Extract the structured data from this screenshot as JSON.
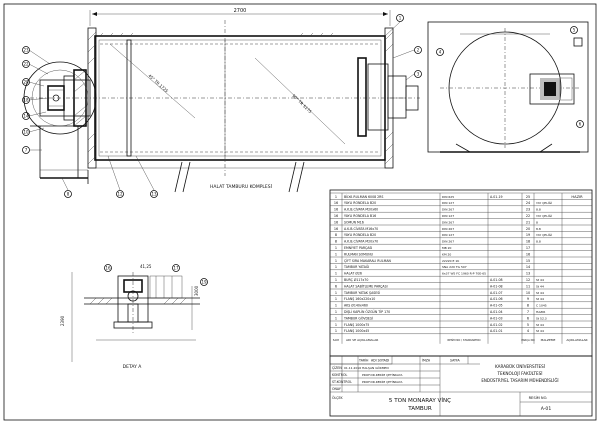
{
  "drawing": {
    "overall_length": "2700",
    "rope_dim_1": "45° TR 1725",
    "rope_dim_2": "90° TR 5175",
    "assembly_label": "HALAT TAMBURU KOMPLESİ",
    "detail_label": "DETAY A",
    "dim_left": "2390",
    "dim_right": "3000",
    "dim_detail": "41,25"
  },
  "balloons": [
    "1",
    "2",
    "3",
    "4",
    "5",
    "6",
    "7",
    "8",
    "9",
    "10",
    "11",
    "12",
    "13",
    "14",
    "15",
    "16",
    "17",
    "18",
    "19",
    "20",
    "21",
    "22",
    "23",
    "24",
    "25"
  ],
  "parts_header": {
    "col_ref": "HAZIR"
  },
  "parts": [
    {
      "no": "25",
      "name": "BİLYA RULMAN 6008 2RS",
      "std": "DIN 625",
      "ref": "A-01-19",
      "qty": "1",
      "note": ""
    },
    {
      "no": "24",
      "name": "YAYLI RONDELA  B20",
      "std": "DIN 127",
      "ref": "",
      "qty": "16",
      "note": "YAY ÇELİĞİ"
    },
    {
      "no": "23",
      "name": "A.K.B.CİVATA  M20x60",
      "std": "DIN 267",
      "ref": "",
      "qty": "16",
      "note": "8.8"
    },
    {
      "no": "22",
      "name": "YAYLI RONDELA  B16",
      "std": "DIN 127",
      "ref": "",
      "qty": "16",
      "note": "YAY ÇELİĞİ"
    },
    {
      "no": "21",
      "name": "SOMUN  M16",
      "std": "DIN 267",
      "ref": "",
      "qty": "16",
      "note": "8"
    },
    {
      "no": "20",
      "name": "A.K.B.CİVATA  M16x70",
      "std": "DIN 267",
      "ref": "",
      "qty": "16",
      "note": "8.8"
    },
    {
      "no": "19",
      "name": "YAYLI RONDELA  B20",
      "std": "DIN 127",
      "ref": "",
      "qty": "8",
      "note": "YAY ÇELİĞİ"
    },
    {
      "no": "18",
      "name": "A.K.B.CİVATA  M20x70",
      "std": "DIN 267",
      "ref": "",
      "qty": "8",
      "note": "8.8"
    },
    {
      "no": "17",
      "name": "EMNİYET PARÇASI",
      "std": "MB 20",
      "ref": "",
      "qty": "1",
      "note": ""
    },
    {
      "no": "16",
      "name": "RULMAN SOMUNU",
      "std": "KM 20",
      "ref": "",
      "qty": "1",
      "note": ""
    },
    {
      "no": "15",
      "name": "ÇİFT SIRA MAKARALI RULMAN",
      "std": "22220 E 1K",
      "ref": "",
      "qty": "1",
      "note": ""
    },
    {
      "no": "14",
      "name": "TAMBUR YATAĞI",
      "std": "SNA 220 TG 507",
      "ref": "",
      "qty": "1",
      "note": ""
    },
    {
      "no": "13",
      "name": "HALAT  Ø26",
      "std": "6x37 WS FC 1960 R-P 70E-65",
      "ref": "",
      "qty": "1",
      "note": ""
    },
    {
      "no": "12",
      "name": "BURÇ  Ø117x70",
      "std": "",
      "ref": "A-01-08",
      "qty": "1",
      "note": "St 44"
    },
    {
      "no": "11",
      "name": "HALAT SABİTLEME PARÇASI",
      "std": "",
      "ref": "A-01-08",
      "qty": "6",
      "note": "St 44"
    },
    {
      "no": "10",
      "name": "TAMBUR YATAK ŞASESİ",
      "std": "",
      "ref": "A-01-07",
      "qty": "1",
      "note": "St 44"
    },
    {
      "no": "9",
      "name": "FLANŞ  160x220x10",
      "std": "",
      "ref": "A-01-06",
      "qty": "1",
      "note": "St 44"
    },
    {
      "no": "8",
      "name": "AKS  Ø140x460",
      "std": "",
      "ref": "A-01-05",
      "qty": "1",
      "note": "C 1045"
    },
    {
      "no": "7",
      "name": "DİŞLİ KAPLİN  ÖZGÜN TİP 170",
      "std": "",
      "ref": "A-01-04",
      "qty": "1",
      "note": "HAZIR"
    },
    {
      "no": "6",
      "name": "TAMBUR GÖVDESİ",
      "std": "",
      "ref": "A-01-03",
      "qty": "1",
      "note": "St 52.3"
    },
    {
      "no": "5",
      "name": "FLANŞ  1000x75",
      "std": "",
      "ref": "A-01-02",
      "qty": "1",
      "note": "St 44"
    },
    {
      "no": "4",
      "name": "FLANŞ  1000x45",
      "std": "",
      "ref": "A-01-01",
      "qty": "1",
      "note": "St 44"
    }
  ],
  "parts_footer": {
    "c1": "SAYI",
    "c2": "ADI VE AÇIKLAMALAR",
    "c3": "RESİM NO / STANDARTNO",
    "c4": "PARÇA NO",
    "c5": "MALZEME",
    "c6": "AÇIKLAMALAR"
  },
  "title_block": {
    "rows": [
      {
        "k": "ÇİZEN",
        "date": "01.11.2016",
        "name": "HALŞAN GÖKMEN"
      },
      {
        "k": "KONTROL",
        "date": "",
        "name": "PROF.DR.KERİM ÇETİNKAYA"
      },
      {
        "k": "ST.KONTROL",
        "date": "",
        "name": "PROF.DR.KERİM ÇETİNKAYA"
      },
      {
        "k": "ONAY",
        "date": "",
        "name": ""
      }
    ],
    "h_tarih": "TARİH",
    "h_ad": "ADI SOYADI",
    "h_imza": "İMZA",
    "olcek_label": "ÖLÇEK",
    "sheet_label": "SAYFA",
    "university": "KARABÜK ÜNİVERSİTESİ",
    "faculty": "TEKNOLOJİ FAKÜLTESİ",
    "department": "ENDÜSTRİYEL TASARIM MÜHENDİSLİĞİ",
    "title1": "5 TON MONARAY VİNÇ",
    "title2": "TAMBUR",
    "drawing_no_label": "RESİM NO.",
    "drawing_no": "A-01"
  }
}
